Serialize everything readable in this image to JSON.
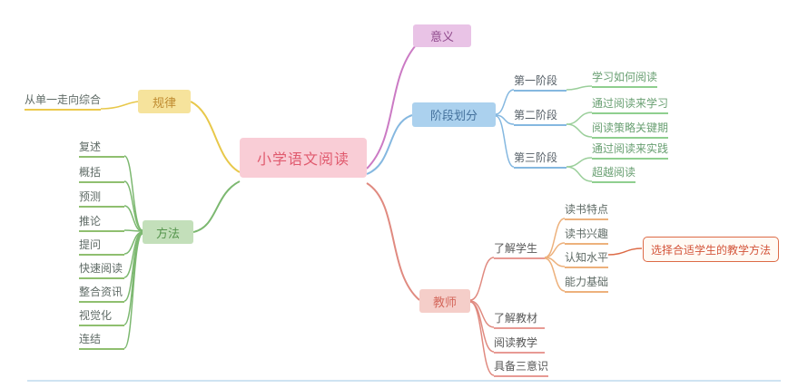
{
  "root": {
    "label": "小学语文阅读"
  },
  "branches": {
    "yiyi": {
      "label": "意义"
    },
    "jieduan": {
      "label": "阶段划分",
      "stages": [
        {
          "label": "第一阶段",
          "children": [
            "学习如何阅读"
          ]
        },
        {
          "label": "第二阶段",
          "children": [
            "通过阅读来学习",
            "阅读策略关键期"
          ]
        },
        {
          "label": "第三阶段",
          "children": [
            "通过阅读来实践",
            "超越阅读"
          ]
        }
      ]
    },
    "guilv": {
      "label": "规律",
      "children": [
        "从单一走向综合"
      ]
    },
    "fangfa": {
      "label": "方法",
      "children": [
        "复述",
        "概括",
        "预测",
        "推论",
        "提问",
        "快速阅读",
        "整合资讯",
        "视觉化",
        "连结"
      ]
    },
    "jiaoshi": {
      "label": "教师",
      "children": [
        {
          "label": "了解学生",
          "children": [
            "读书特点",
            "读书兴趣",
            "认知水平",
            "能力基础"
          ],
          "callout": "选择合适学生的教学方法"
        },
        {
          "label": "了解教材"
        },
        {
          "label": "阅读教学"
        },
        {
          "label": "具备三意识"
        }
      ]
    }
  },
  "palette": {
    "central_bg": "#f9cdd6",
    "central_text": "#e05a6e",
    "meaning_bg": "#e9c3e6",
    "stages_bg": "#abd1ee",
    "rules_bg": "#f6e39c",
    "methods_bg": "#c3dfba",
    "teacher_bg": "#f5cec9",
    "meaning_line": "#cb7ac4",
    "stages_line": "#85b8e0",
    "rules_line": "#e8c84a",
    "methods_line": "#7cb870",
    "teacher_line": "#e08a80",
    "callout_border": "#dd6b47"
  }
}
